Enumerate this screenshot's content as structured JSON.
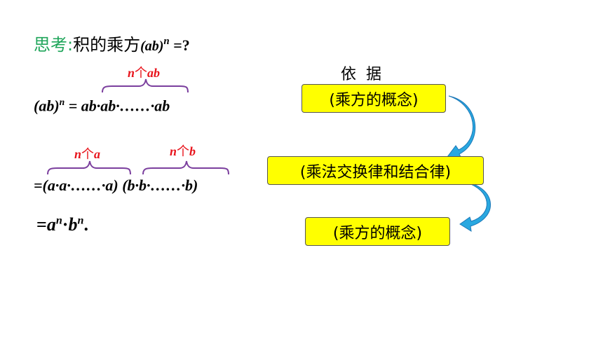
{
  "title": {
    "prefix": "思考:",
    "text": "积的乘方",
    "base": "(ab)",
    "exp": "n",
    "tail": " =?"
  },
  "row1": {
    "lhs_base": "(ab)",
    "lhs_exp": "n",
    "rhs": " = ab·ab·……·ab",
    "brace_label_n": "n",
    "brace_label_word": "个",
    "brace_label_var": "ab"
  },
  "row2": {
    "part_a": "=(a·a·……·a)",
    "part_b": "(b·b·……·b)",
    "brace_a_n": "n",
    "brace_a_word": "个",
    "brace_a_var": "a",
    "brace_b_n": "n",
    "brace_b_word": "个",
    "brace_b_var": "b"
  },
  "row3": {
    "eq": "=",
    "a": "a",
    "a_exp": "n",
    "dot": "·",
    "b": "b",
    "b_exp": "n",
    "end": "."
  },
  "basis": {
    "heading": "依  据",
    "box1": "(乘方的概念)",
    "box2": "(乘法交换律和结合律)",
    "box3": "(乘方的概念)"
  },
  "colors": {
    "green": "#1fa55a",
    "red": "#e8141c",
    "brace": "#7b3f9e",
    "box_fill": "#ffff00",
    "arrow": "#29a8e0"
  }
}
